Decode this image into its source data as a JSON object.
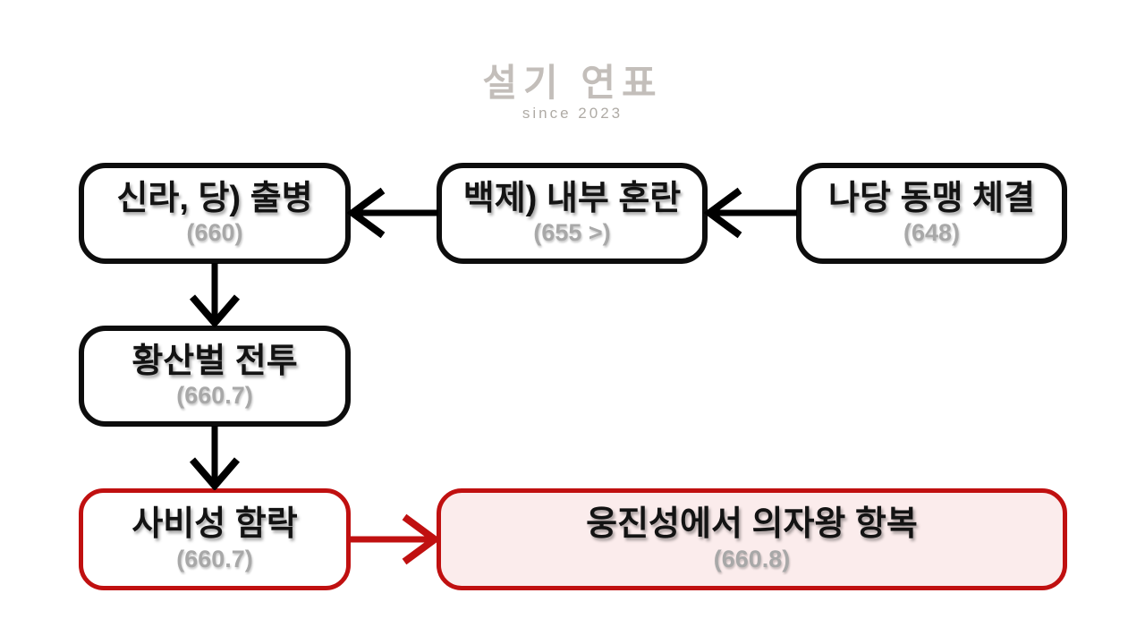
{
  "watermark": {
    "title": "설기 연표",
    "subtitle": "since 2023"
  },
  "colors": {
    "background": "#ffffff",
    "box_border_black": "#0d0d0d",
    "accent_red": "#c01010",
    "red_box_fill": "#fbecec",
    "year_gray": "#a8a8a8",
    "watermark_gray": "#b5afa9"
  },
  "nodes": {
    "sortie": {
      "label": "신라, 당) 출병",
      "year": "(660)"
    },
    "turmoil": {
      "label": "백제) 내부 혼란",
      "year": "(655 >)"
    },
    "alliance": {
      "label": "나당 동맹 체결",
      "year": "(648)"
    },
    "hwangsanbeol": {
      "label": "황산벌 전투",
      "year": "(660.7)"
    },
    "sabi_fall": {
      "label": "사비성 함락",
      "year": "(660.7)"
    },
    "ungjin_surrender": {
      "label": "웅진성에서 의자왕 항복",
      "year": "(660.8)"
    }
  },
  "edges": [
    {
      "from": "alliance",
      "to": "turmoil",
      "direction": "left",
      "color": "#000000"
    },
    {
      "from": "turmoil",
      "to": "sortie",
      "direction": "left",
      "color": "#000000"
    },
    {
      "from": "sortie",
      "to": "hwangsanbeol",
      "direction": "down",
      "color": "#000000"
    },
    {
      "from": "hwangsanbeol",
      "to": "sabi_fall",
      "direction": "down",
      "color": "#000000"
    },
    {
      "from": "sabi_fall",
      "to": "ungjin_surrender",
      "direction": "right",
      "color": "#c01010"
    }
  ]
}
